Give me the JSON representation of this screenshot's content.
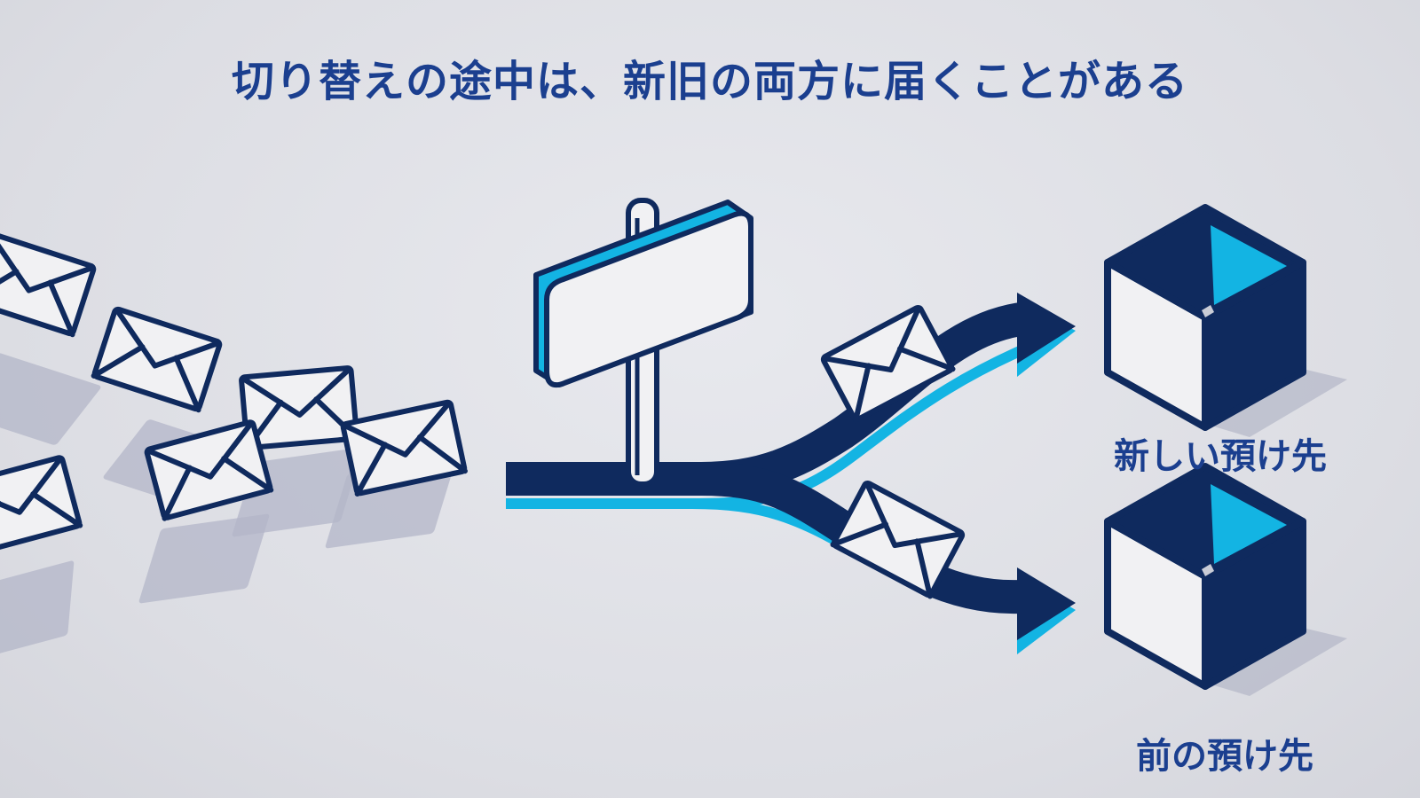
{
  "diagram": {
    "title": "切り替えの途中は、新旧の両方に届くことがある",
    "destinations": {
      "new_label": "新しい預け先",
      "old_label": "前の預け先"
    }
  },
  "colors": {
    "navy": "#0f2a5e",
    "accent_blue": "#13b4e3",
    "title_blue": "#1b3f8f",
    "envelope_fill": "#f1f1f3",
    "background": "#dcdde3",
    "shadow": "#b3b6c8"
  },
  "icons": [
    "envelope-icon",
    "signpost-icon",
    "box-icon",
    "arrow-icon"
  ]
}
